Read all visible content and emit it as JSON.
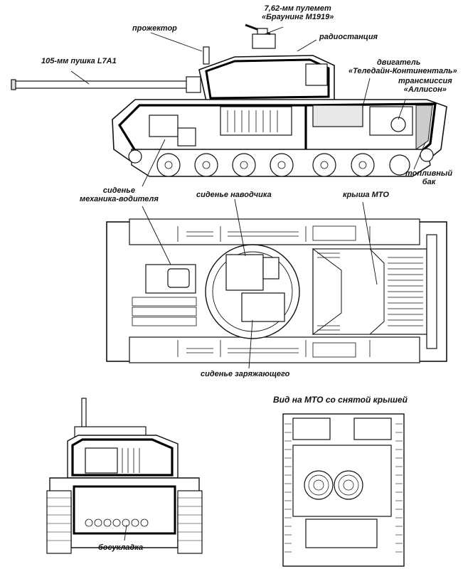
{
  "labels": {
    "mg": [
      "7,62-мм пулемет",
      "«Браунинг М1919»"
    ],
    "searchlight": "прожектор",
    "radio": "радиостанция",
    "gun": "105-мм пушка L7A1",
    "engine": [
      "двигатель",
      "«Теледайн-Континенталь»"
    ],
    "transmission": [
      "трансмиссия",
      "«Аллисон»"
    ],
    "fuel_tank": [
      "топливный",
      "бак"
    ],
    "driver_seat": [
      "сиденье",
      "механика-водителя"
    ],
    "gunner_seat": "сиденье наводчика",
    "engine_deck": "крыша МТО",
    "loader_seat": "сиденье заряжающего",
    "engine_view_title": "Вид на МТО со снятой крышей",
    "ammo_stowage": "боеукладка"
  }
}
